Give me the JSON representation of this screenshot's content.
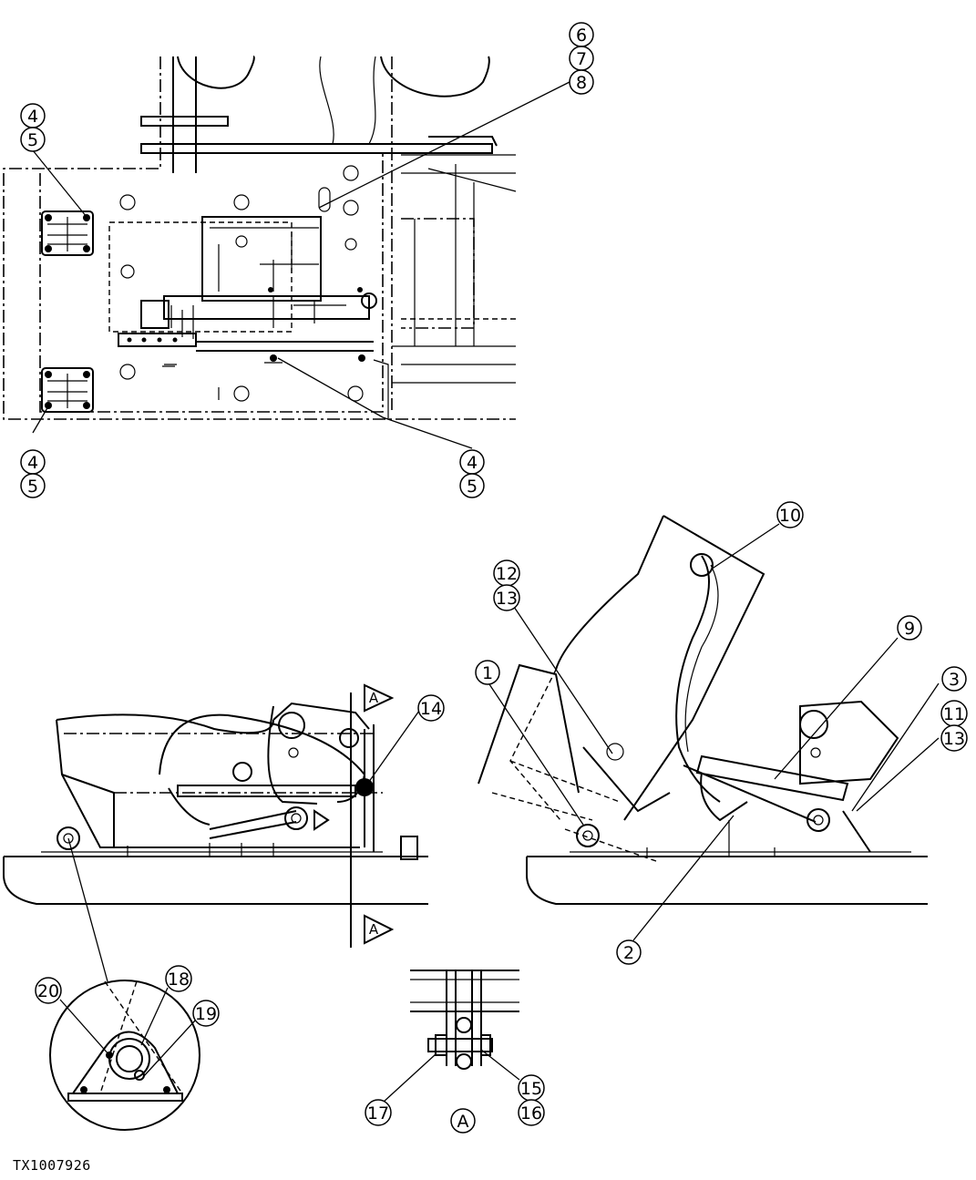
{
  "figure_id": "TX1007926",
  "section_marker": "A",
  "detail_view_label": "A",
  "callouts": {
    "n1": "1",
    "n2": "2",
    "n3": "3",
    "n4": "4",
    "n5": "5",
    "n6": "6",
    "n7": "7",
    "n8": "8",
    "n9": "9",
    "n10": "10",
    "n11": "11",
    "n12": "12",
    "n13": "13",
    "n14": "14",
    "n15": "15",
    "n16": "16",
    "n17": "17",
    "n18": "18",
    "n19": "19",
    "n20": "20"
  }
}
